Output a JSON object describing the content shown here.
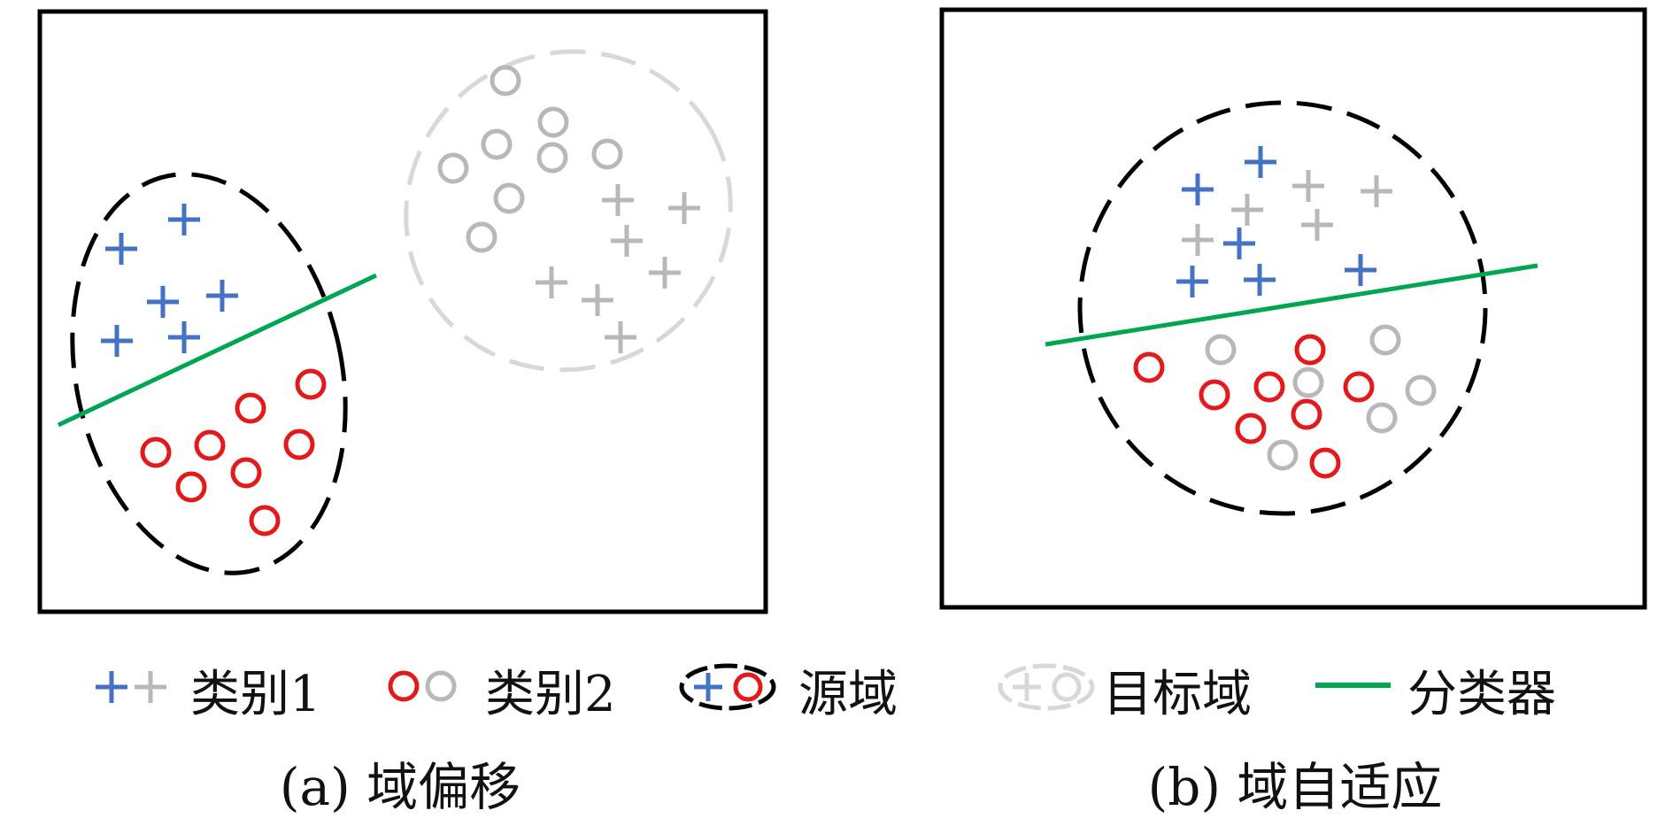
{
  "colors": {
    "blue": "#4472C4",
    "red": "#E31A1C",
    "gray": "#B8B8B8",
    "lightgray": "#D8D8D8",
    "green": "#00A651",
    "black": "#000000"
  },
  "legend": {
    "class1": "类别1",
    "class2": "类别2",
    "source": "源域",
    "target": "目标域",
    "classifier": "分类器"
  },
  "panels": {
    "a": {
      "caption": "(a) 域偏移"
    },
    "b": {
      "caption": "(b) 域自适应"
    }
  }
}
